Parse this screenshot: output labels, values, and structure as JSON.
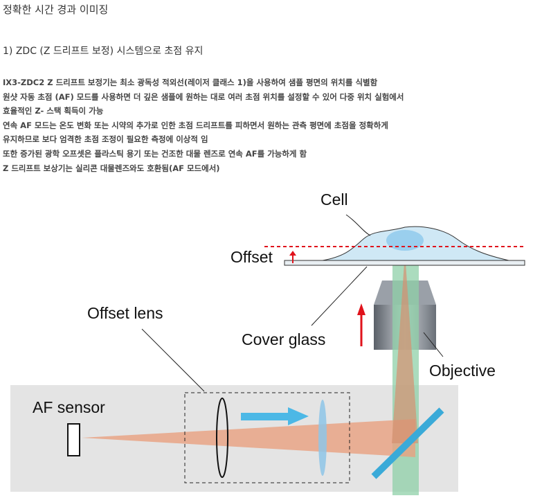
{
  "title": "정확한 시간 경과 이미징",
  "subheading": "1) ZDC (Z 드리프트 보정) 시스템으로 초점 유지",
  "body_lines": [
    "IX3-ZDC2 Z 드리프트 보정기는 최소 광독성 적외선(레이저 클래스 1)을 사용하여 샘플 평면의 위치를 식별함",
    "원샷 자동 초점 (AF) 모드를 사용하면 더 깊은 샘플에 원하는 대로 여러 초점 위치를 설정할 수 있어 다중 위치 실험에서",
    "효율적인 Z- 스택 획득이 가능",
    "연속 AF 모드는 온도 변화 또는 시약의 추가로 인한 초점 드리프트를 피하면서 원하는 관측 평면에 초점을 정확하게",
    "유지하므로 보다 엄격한 초점 조정이 필요한 측정에 이상적 임",
    "또한 증가된 광학 오프셋은 플라스틱 용기 또는 건조한 대물 렌즈로 연속 AF를 가능하게 함",
    "Z 드리프트 보상기는 실리콘 대물렌즈와도 호환됨(AF 모드에서)"
  ],
  "diagram": {
    "labels": {
      "cell": "Cell",
      "offset": "Offset",
      "offset_lens": "Offset lens",
      "cover_glass": "Cover glass",
      "objective": "Objective",
      "af_sensor": "AF sensor"
    },
    "colors": {
      "red": "#e0121b",
      "green": "#8fd0a8",
      "beam": "#e8a080",
      "blue": "#4cb8e6",
      "box": "#e4e4e4"
    }
  }
}
